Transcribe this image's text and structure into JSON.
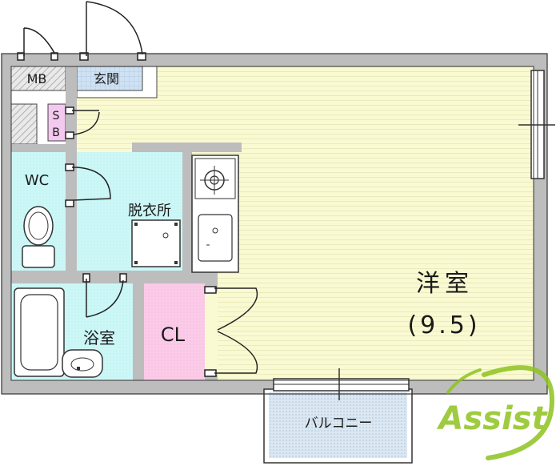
{
  "rooms": {
    "mb": "MB",
    "entrance": "玄関",
    "sb_top": "S",
    "sb_bottom": "B",
    "wc": "WC",
    "dressing": "脱衣所",
    "western_name": "洋室",
    "western_size": "(9.5)",
    "bath": "浴室",
    "closet": "CL",
    "balcony": "バルコニー"
  },
  "logo": {
    "text": "Assist",
    "color": "#8fc31f"
  },
  "colors": {
    "tatami_floor": "#fafad2",
    "wet_area": "#ccf7f7",
    "closet_floor": "#fbcbe8",
    "sb_floor": "#f3c9ef",
    "entrance_tile": "#cfe2f3",
    "balcony_floor": "#dbe8f3",
    "wall": "#bdbdbd",
    "outline": "#222222"
  }
}
